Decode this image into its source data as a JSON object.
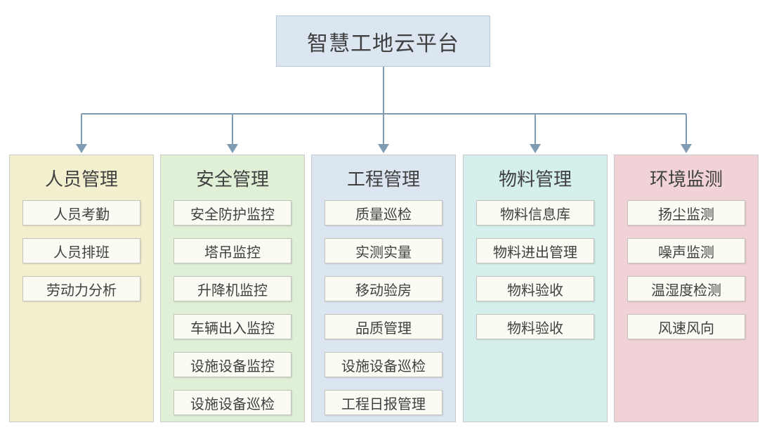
{
  "root": {
    "title": "智慧工地云平台"
  },
  "colors": {
    "root_fill": "#dce6f1",
    "connector": "#7f9bb3",
    "item_fill": "#fbfbf4"
  },
  "categories": [
    {
      "title": "人员管理",
      "color": "#f3f0cf",
      "items": [
        "人员考勤",
        "人员排班",
        "劳动力分析"
      ]
    },
    {
      "title": "安全管理",
      "color": "#dff0d6",
      "items": [
        "安全防护监控",
        "塔吊监控",
        "升降机监控",
        "车辆出入监控",
        "设施设备监控",
        "设施设备巡检"
      ]
    },
    {
      "title": "工程管理",
      "color": "#dce6f1",
      "items": [
        "质量巡检",
        "实测实量",
        "移动验房",
        "品质管理",
        "设施设备巡检",
        "工程日报管理"
      ]
    },
    {
      "title": "物料管理",
      "color": "#d5f0ec",
      "items": [
        "物料信息库",
        "物料进出管理",
        "物料验收",
        "物料验收"
      ]
    },
    {
      "title": "环境监测",
      "color": "#f1d3d7",
      "items": [
        "扬尘监测",
        "噪声监测",
        "温湿度检测",
        "风速风向"
      ]
    }
  ]
}
